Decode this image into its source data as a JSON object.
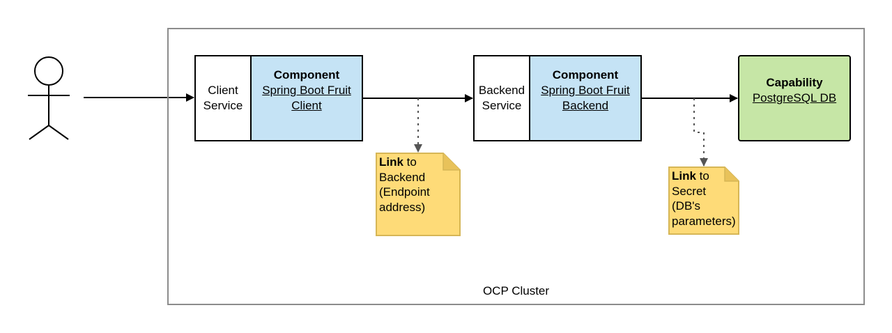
{
  "cluster": {
    "label": "OCP Cluster"
  },
  "client": {
    "service": [
      "Client",
      "Service"
    ],
    "component_title": "Component",
    "component_name": [
      "Spring Boot Fruit",
      "Client"
    ]
  },
  "backend": {
    "service": [
      "Backend",
      "Service"
    ],
    "component_title": "Component",
    "component_name": [
      "Spring Boot Fruit",
      "Backend"
    ]
  },
  "capability": {
    "title": "Capability",
    "name": "PostgreSQL DB"
  },
  "notes": [
    {
      "bold": "Link",
      "first": " to",
      "lines": [
        "Backend",
        "(Endpoint",
        "address)"
      ]
    },
    {
      "bold": "Link",
      "first": " to",
      "lines": [
        "Secret",
        "(DB's",
        "parameters)"
      ]
    }
  ],
  "colors": {
    "component_fill": "#c5e3f5",
    "capability_fill": "#c6e6a6",
    "note_fill": "#fedb78",
    "note_border": "#d6b656",
    "cluster_border": "#8c8c8c"
  },
  "icons": {
    "actor": "stick-figure-icon"
  }
}
